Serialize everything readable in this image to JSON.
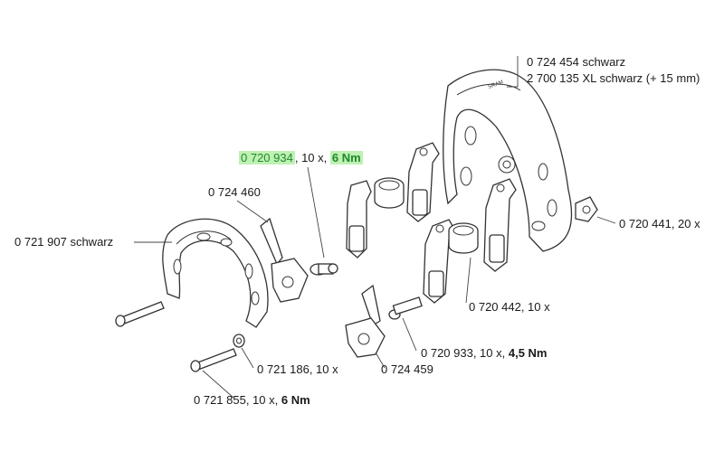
{
  "labels": {
    "shield": {
      "line1": "0 724 454 schwarz",
      "line2": "2 700 135 XL schwarz (+ 15 mm)"
    },
    "bolt_6nm": {
      "part": "0 720 934",
      "rest": ", 10 x, ",
      "torque": "6 Nm"
    },
    "lever_top": {
      "text": "0 724 460"
    },
    "frame_left": {
      "text": "0 721 907 schwarz"
    },
    "clip_right": {
      "text": "0 720 441, 20 x"
    },
    "clamp": {
      "text": "0 720 442, 10 x"
    },
    "bolt_45nm": {
      "part": "0 720 933, 10 x, ",
      "torque": "4,5 Nm"
    },
    "washer": {
      "text": "0 721 186, 10 x"
    },
    "lever_bottom": {
      "text": "0 724 459"
    },
    "long_bolt": {
      "part": "0 721 855, 10 x, ",
      "torque": "6 Nm"
    }
  },
  "colors": {
    "highlight_bg": "#bff0b4",
    "highlight_text": "#1f8a2a",
    "line": "#333333"
  }
}
